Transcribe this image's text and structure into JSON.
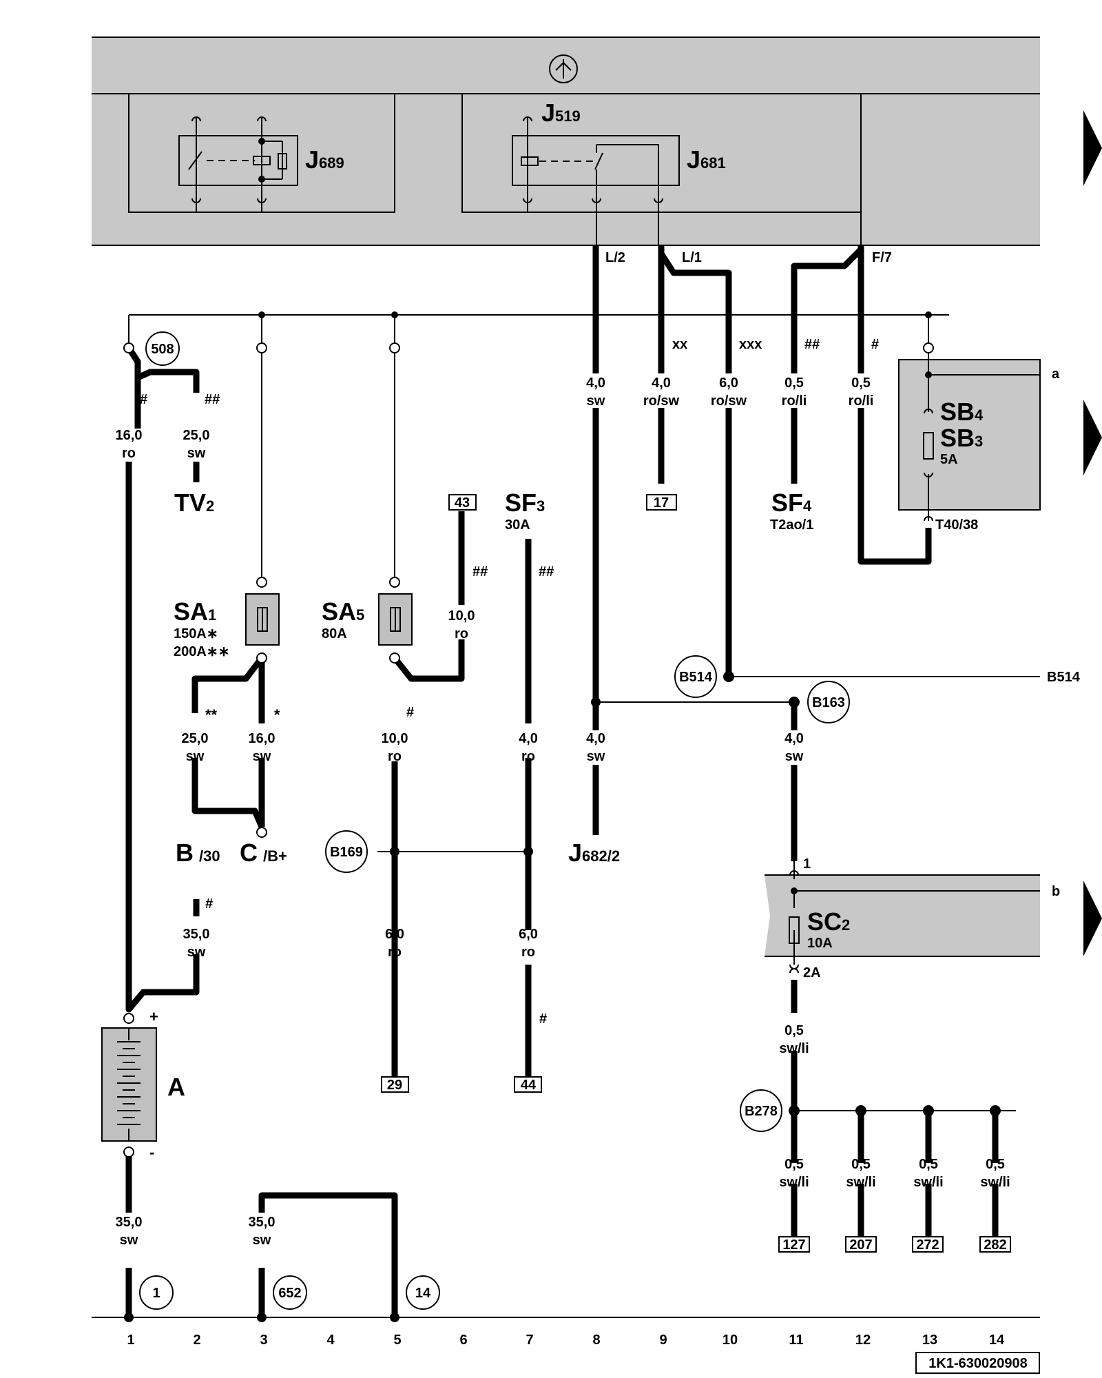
{
  "relays": {
    "j689": {
      "main": "J",
      "sub": "689"
    },
    "j681": {
      "main": "J",
      "sub": "681"
    },
    "j519": {
      "main": "J",
      "sub": "519"
    }
  },
  "connectors": {
    "l2": "L/2",
    "l1": "L/1",
    "f7": "F/7",
    "t40": "T40/38",
    "pin1": "1",
    "pin2a": "2A"
  },
  "markers": {
    "hash1": "#",
    "dhash1": "##",
    "xx": "xx",
    "xxx": "xxx",
    "dhash9": "##",
    "hash10": "#",
    "dhash_43": "##",
    "dhash_sf3": "##",
    "dstar": "**",
    "star": "*",
    "hash_sa5": "#",
    "hash_b": "#",
    "hash_44": "#"
  },
  "wires": {
    "w1": {
      "size": "16,0",
      "color": "ro"
    },
    "w2": {
      "size": "25,0",
      "color": "sw"
    },
    "w8": {
      "size": "4,0",
      "color": "sw"
    },
    "w9": {
      "size": "4,0",
      "color": "ro/sw"
    },
    "w10": {
      "size": "6,0",
      "color": "ro/sw"
    },
    "w11": {
      "size": "0,5",
      "color": "ro/li"
    },
    "w12": {
      "size": "0,5",
      "color": "ro/li"
    },
    "w43": {
      "size": "10,0",
      "color": "ro"
    },
    "wsa1a": {
      "size": "25,0",
      "color": "sw"
    },
    "wsa1b": {
      "size": "16,0",
      "color": "sw"
    },
    "wsa5": {
      "size": "10,0",
      "color": "ro"
    },
    "wsf3": {
      "size": "4,0",
      "color": "ro"
    },
    "w8b": {
      "size": "4,0",
      "color": "sw"
    },
    "wb163": {
      "size": "4,0",
      "color": "sw"
    },
    "wb30": {
      "size": "35,0",
      "color": "sw"
    },
    "w29": {
      "size": "6,0",
      "color": "ro"
    },
    "w44": {
      "size": "6,0",
      "color": "ro"
    },
    "wsc2": {
      "size": "0,5",
      "color": "sw/li"
    },
    "w127": {
      "size": "0,5",
      "color": "sw/li"
    },
    "w207": {
      "size": "0,5",
      "color": "sw/li"
    },
    "w272": {
      "size": "0,5",
      "color": "sw/li"
    },
    "w282": {
      "size": "0,5",
      "color": "sw/li"
    },
    "wa": {
      "size": "35,0",
      "color": "sw"
    },
    "w652": {
      "size": "35,0",
      "color": "sw"
    }
  },
  "components": {
    "tv2": {
      "main": "TV",
      "sub": "2"
    },
    "sf3": {
      "main": "SF",
      "sub": "3",
      "rating": "30A"
    },
    "sf4": {
      "main": "SF",
      "sub": "4",
      "conn": "T2ao/1"
    },
    "sb4": {
      "main": "SB",
      "sub": "4"
    },
    "sb3": {
      "main": "SB",
      "sub": "3",
      "rating": "5A"
    },
    "sa1": {
      "main": "SA",
      "sub": "1",
      "rating1": "150A∗",
      "rating2": "200A∗∗"
    },
    "sa5": {
      "main": "SA",
      "sub": "5",
      "rating": "80A"
    },
    "b30": {
      "main": "B",
      "sub": "/30"
    },
    "cb": {
      "main": "C",
      "sub": "/B+"
    },
    "j682": {
      "main": "J",
      "sub": "682",
      "conn": "/2"
    },
    "sc2": {
      "main": "SC",
      "sub": "2",
      "rating": "10A"
    },
    "battery": {
      "main": "A",
      "plus": "+",
      "minus": "-"
    }
  },
  "boxes": {
    "b17": "17",
    "b43": "43",
    "b29": "29",
    "b44": "44",
    "b127": "127",
    "b207": "207",
    "b272": "272",
    "b282": "282"
  },
  "circles": {
    "c508": "508",
    "cB514": "B514",
    "cB163": "B163",
    "cB169": "B169",
    "cB278": "B278",
    "c1": "1",
    "c652": "652",
    "c14": "14"
  },
  "edge": {
    "a": "a",
    "b": "b",
    "b514": "B514"
  },
  "columns": [
    "1",
    "2",
    "3",
    "4",
    "5",
    "6",
    "7",
    "8",
    "9",
    "10",
    "11",
    "12",
    "13",
    "14"
  ],
  "code": "1K1-630020908"
}
